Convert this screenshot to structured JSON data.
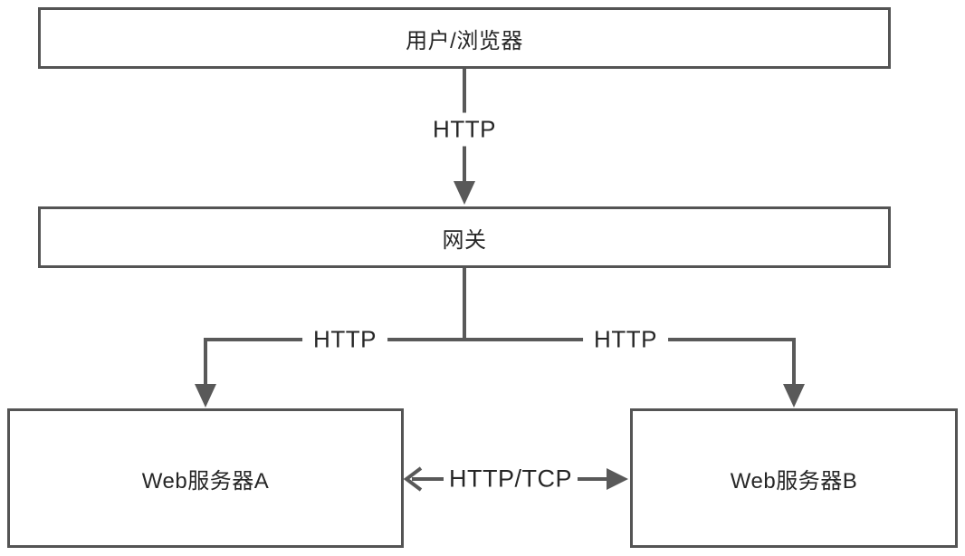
{
  "diagram": {
    "nodes": {
      "user_browser": {
        "label": "用户/浏览器"
      },
      "gateway": {
        "label": "网关"
      },
      "server_a": {
        "label": "Web服务器A"
      },
      "server_b": {
        "label": "Web服务器B"
      }
    },
    "edges": {
      "user_to_gateway": {
        "label": "HTTP"
      },
      "gateway_to_server_a": {
        "label": "HTTP"
      },
      "gateway_to_server_b": {
        "label": "HTTP"
      },
      "server_a_to_server_b": {
        "label": "HTTP/TCP"
      }
    },
    "colors": {
      "node_border": "#545454",
      "line": "#595959",
      "text": "#262626",
      "background": "#ffffff"
    }
  }
}
